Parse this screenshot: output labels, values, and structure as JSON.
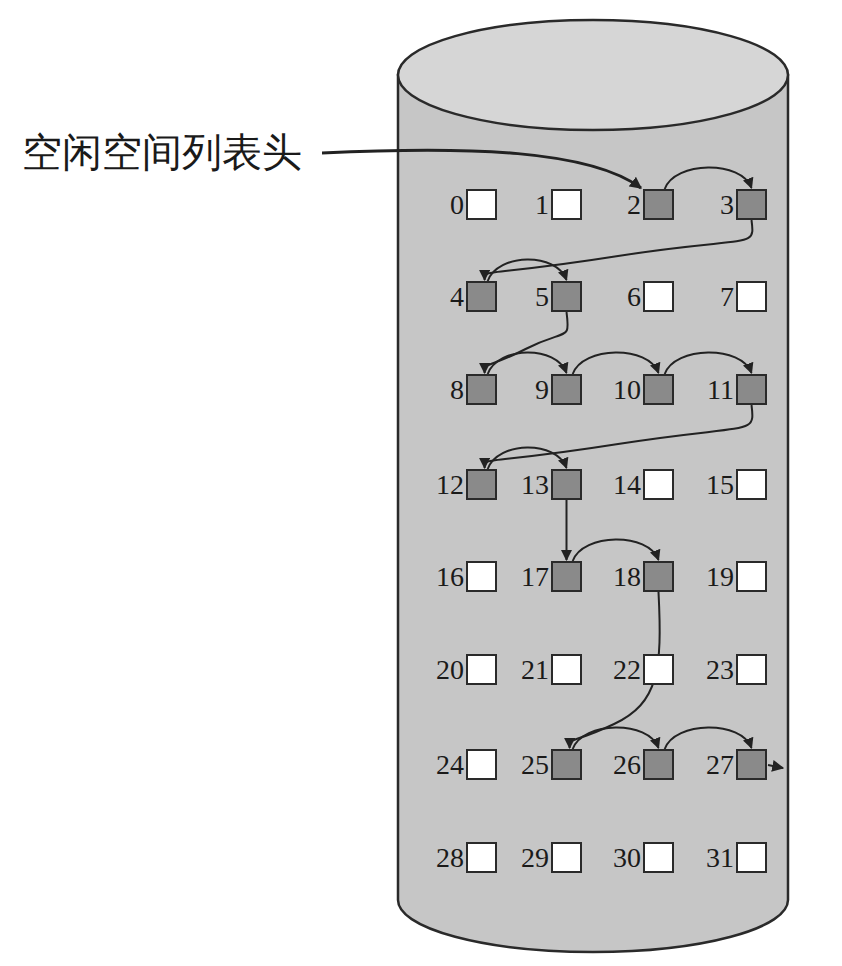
{
  "diagram": {
    "nodes": [
      {
        "text": [
          "0"
        ]
      },
      {
        "text": [
          "1"
        ]
      },
      {
        "text": [
          "2"
        ]
      },
      {
        "text": [
          "3"
        ]
      },
      {
        "text": [
          "4"
        ]
      },
      {
        "text": [
          "5"
        ]
      },
      {
        "text": [
          "6"
        ]
      },
      {
        "text": [
          "7"
        ]
      },
      {
        "text": [
          "8"
        ]
      },
      {
        "text": [
          "9"
        ]
      },
      {
        "text": [
          "10"
        ]
      },
      {
        "text": [
          "11"
        ]
      },
      {
        "text": [
          "12"
        ]
      },
      {
        "text": [
          "13"
        ]
      },
      {
        "text": [
          "14"
        ]
      },
      {
        "text": [
          "15"
        ]
      },
      {
        "text": [
          "16"
        ]
      },
      {
        "text": [
          "17"
        ]
      },
      {
        "text": [
          "18"
        ]
      },
      {
        "text": [
          "19"
        ]
      },
      {
        "text": [
          "20"
        ]
      },
      {
        "text": [
          "21"
        ]
      },
      {
        "text": [
          "22"
        ]
      },
      {
        "text": [
          "23"
        ]
      },
      {
        "text": [
          "24"
        ]
      },
      {
        "text": [
          "25"
        ]
      },
      {
        "text": [
          "26"
        ]
      },
      {
        "text": [
          "27"
        ]
      },
      {
        "text": [
          "28"
        ]
      },
      {
        "text": [
          "29"
        ]
      },
      {
        "text": [
          "30"
        ]
      },
      {
        "text": [
          "31"
        ]
      }
    ],
    "edges": [
      {
        "from": 2,
        "to": 3,
        "arrow": "to"
      },
      {
        "from": 3,
        "to": 4,
        "arrow": "to"
      },
      {
        "from": 4,
        "to": 5,
        "arrow": "to"
      },
      {
        "from": 5,
        "to": 8,
        "arrow": "to"
      },
      {
        "from": 8,
        "to": 9,
        "arrow": "to"
      },
      {
        "from": 9,
        "to": 10,
        "arrow": "to"
      },
      {
        "from": 10,
        "to": 11,
        "arrow": "to"
      },
      {
        "from": 11,
        "to": 12,
        "arrow": "to"
      },
      {
        "from": 12,
        "to": 13,
        "arrow": "to"
      },
      {
        "from": 13,
        "to": 17,
        "arrow": "to"
      },
      {
        "from": 17,
        "to": 18,
        "arrow": "to"
      },
      {
        "from": 18,
        "to": 25,
        "arrow": "to"
      },
      {
        "from": 25,
        "to": 26,
        "arrow": "to"
      },
      {
        "from": 26,
        "to": 27,
        "arrow": "to"
      }
    ],
    "labels": [
      "空闲空间列表头"
    ]
  }
}
